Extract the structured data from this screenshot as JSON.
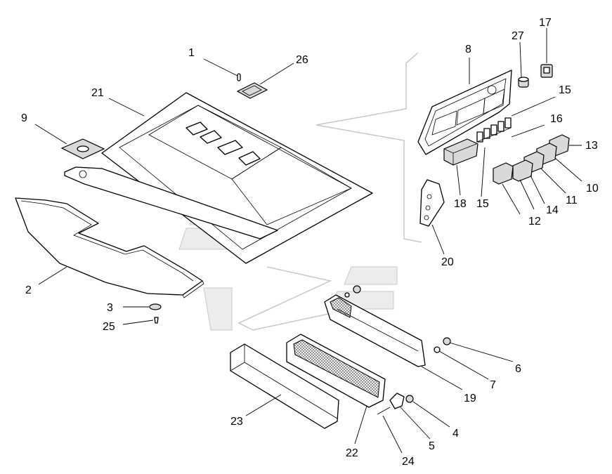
{
  "callouts": [
    {
      "id": "1",
      "label": "1"
    },
    {
      "id": "2",
      "label": "2"
    },
    {
      "id": "3",
      "label": "3"
    },
    {
      "id": "4",
      "label": "4"
    },
    {
      "id": "5",
      "label": "5"
    },
    {
      "id": "6",
      "label": "6"
    },
    {
      "id": "7",
      "label": "7"
    },
    {
      "id": "8",
      "label": "8"
    },
    {
      "id": "9",
      "label": "9"
    },
    {
      "id": "10",
      "label": "10"
    },
    {
      "id": "11",
      "label": "11"
    },
    {
      "id": "12",
      "label": "12"
    },
    {
      "id": "13",
      "label": "13"
    },
    {
      "id": "14",
      "label": "14"
    },
    {
      "id": "15a",
      "label": "15"
    },
    {
      "id": "15b",
      "label": "15"
    },
    {
      "id": "16",
      "label": "16"
    },
    {
      "id": "17",
      "label": "17"
    },
    {
      "id": "18",
      "label": "18"
    },
    {
      "id": "19",
      "label": "19"
    },
    {
      "id": "20",
      "label": "20"
    },
    {
      "id": "21",
      "label": "21"
    },
    {
      "id": "22",
      "label": "22"
    },
    {
      "id": "23",
      "label": "23"
    },
    {
      "id": "24",
      "label": "24"
    },
    {
      "id": "25",
      "label": "25"
    },
    {
      "id": "26",
      "label": "26"
    },
    {
      "id": "27",
      "label": "27"
    }
  ],
  "colors": {
    "line": "#000000",
    "background": "#ffffff",
    "watermark": "#c8c8c8"
  }
}
